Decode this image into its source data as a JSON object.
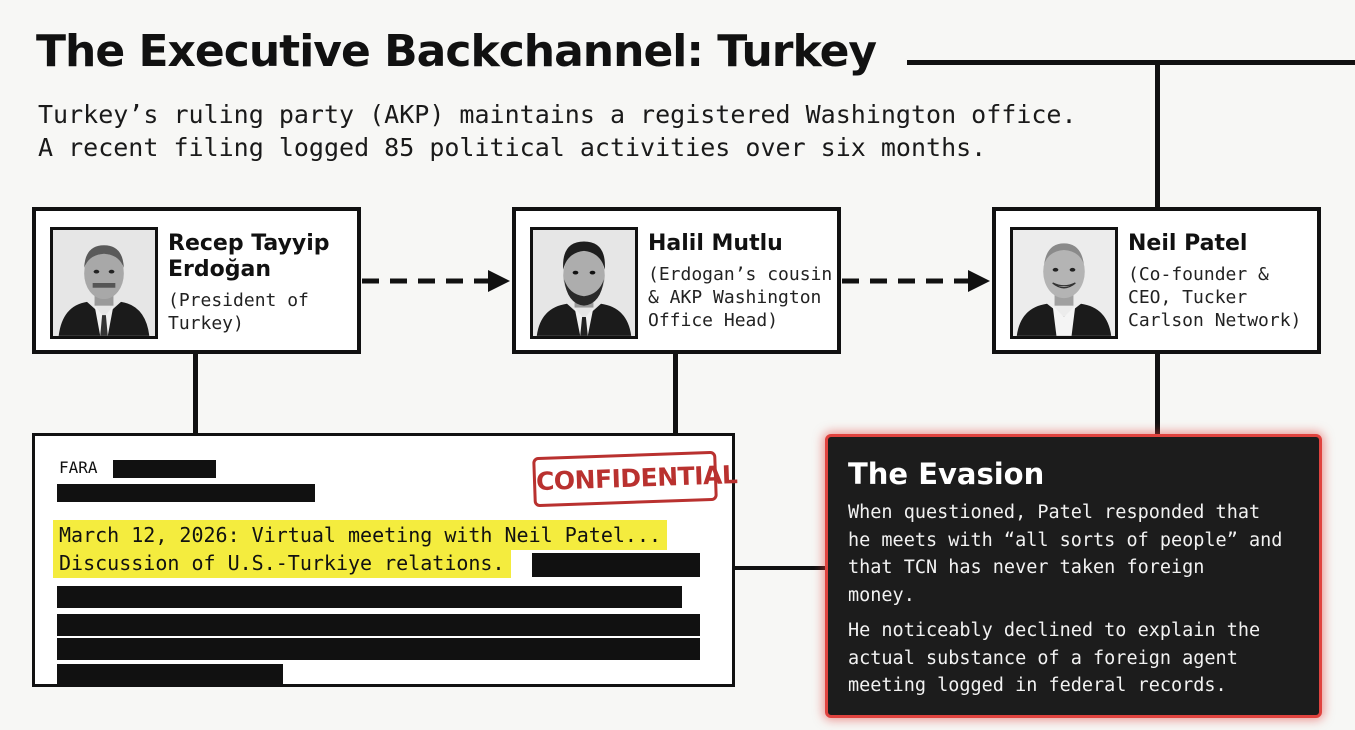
{
  "header": {
    "title": "The Executive Backchannel: Turkey",
    "subtitle_lines": [
      "Turkey’s ruling party (AKP) maintains a registered Washington office.",
      "A recent filing logged 85 political activities over six months."
    ]
  },
  "people": [
    {
      "name_lines": [
        "Recep Tayyip",
        "Erdoğan"
      ],
      "role_lines": [
        "(President of",
        "Turkey)"
      ]
    },
    {
      "name_lines": [
        "Halil Mutlu"
      ],
      "role_lines": [
        "(Erdogan’s cousin",
        "& AKP Washington",
        "Office Head)"
      ]
    },
    {
      "name_lines": [
        "Neil Patel"
      ],
      "role_lines": [
        "(Co-founder &",
        "CEO, Tucker",
        "Carlson Network)"
      ]
    }
  ],
  "document": {
    "label": "FARA",
    "stamp": "CONFIDENTIAL",
    "highlight_lines": [
      "March 12, 2026: Virtual meeting with Neil Patel...",
      "Discussion of U.S.-Turkiye relations."
    ]
  },
  "evasion": {
    "title": "The Evasion",
    "paragraph1_lines": [
      "When questioned, Patel responded that",
      "he meets with “all sorts of people” and",
      "that TCN has never taken foreign",
      "money."
    ],
    "paragraph2_lines": [
      "He noticeably declined to explain the",
      "actual substance of a foreign agent",
      "meeting logged in federal records."
    ]
  },
  "colors": {
    "background": "#f7f7f5",
    "highlight": "#f4ec3e",
    "stamp": "#b9312f",
    "evasion_border": "#e0433f",
    "evasion_bg": "#1c1c1c"
  }
}
